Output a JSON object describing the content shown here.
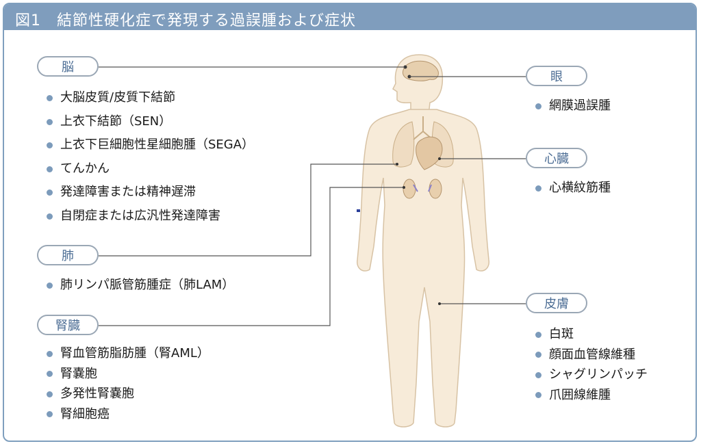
{
  "title": "図1　結節性硬化症で発現する過誤腫および症状",
  "colors": {
    "accent": "#7f9dbd",
    "label_text": "#4d6e95",
    "bullet": "#7c9bbb",
    "body_fill": "#f7ebd9"
  },
  "sections": {
    "brain": {
      "label": "脳",
      "items": [
        "大脳皮質/皮質下結節",
        "上衣下結節（SEN）",
        "上衣下巨細胞性星細胞腫（SEGA）",
        "てんかん",
        "発達障害または精神遅滞",
        "自閉症または広汎性発達障害"
      ]
    },
    "lung": {
      "label": "肺",
      "items": [
        "肺リンパ脈管筋腫症（肺LAM）"
      ]
    },
    "kidney": {
      "label": "腎臓",
      "items": [
        "腎血管筋脂肪腫（腎AML）",
        "腎嚢胞",
        "多発性腎嚢胞",
        "腎細胞癌"
      ]
    },
    "eye": {
      "label": "眼",
      "items": [
        "網膜過誤腫"
      ]
    },
    "heart": {
      "label": "心臓",
      "items": [
        "心横紋筋種"
      ]
    },
    "skin": {
      "label": "皮膚",
      "items": [
        "白斑",
        "顔面血管線維種",
        "シャグリンパッチ",
        "爪囲線維腫"
      ]
    }
  }
}
